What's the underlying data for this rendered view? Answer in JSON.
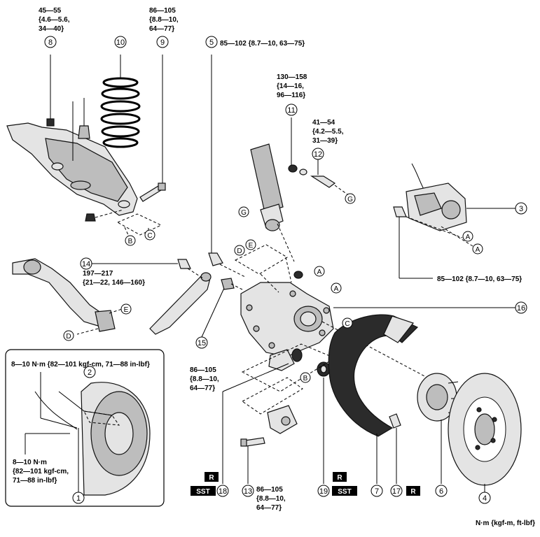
{
  "torques": {
    "t8": [
      "45—55",
      "{4.6—5.6,",
      "34—40}"
    ],
    "t9": [
      "86—105",
      "{8.8—10,",
      "64—77}"
    ],
    "t5": [
      "85—102 {8.7—10, 63—75}"
    ],
    "t11": [
      "130—158",
      "{14—16,",
      "96—116}"
    ],
    "t12": [
      "41—54",
      "{4.2—5.5,",
      "31—39}"
    ],
    "t14": [
      "197—217",
      "{21—22, 146—160}"
    ],
    "t3": [
      "85—102 {8.7—10, 63—75}"
    ],
    "t15": [
      "86—105",
      "{8.8—10,",
      "64—77}"
    ],
    "t13": [
      "86—105",
      "{8.8—10,",
      "64—77}"
    ],
    "t2": [
      "8—10 N·m {82—101 kgf-cm, 71—88 in-lbf}"
    ],
    "t1": [
      "8—10 N·m",
      "{82—101 kgf-cm,",
      "71—88 in-lbf}"
    ]
  },
  "callouts": {
    "c1": "1",
    "c2": "2",
    "c3": "3",
    "c4": "4",
    "c5": "5",
    "c6": "6",
    "c7": "7",
    "c8": "8",
    "c9": "9",
    "c10": "10",
    "c11": "11",
    "c12": "12",
    "c13": "13",
    "c14": "14",
    "c15": "15",
    "c16": "16",
    "c17": "17",
    "c18": "18",
    "c19": "19"
  },
  "letters": {
    "a": "A",
    "b": "B",
    "c": "C",
    "d": "D",
    "e": "E",
    "g": "G"
  },
  "badges": {
    "r": "R",
    "sst": "SST"
  },
  "footer": "N·m {kgf-m, ft-lbf}"
}
